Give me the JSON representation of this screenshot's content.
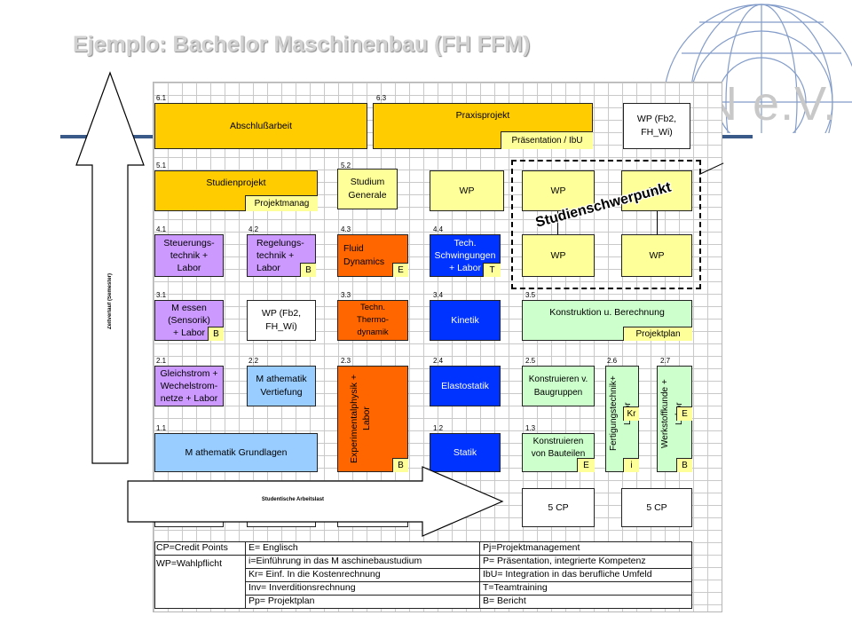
{
  "title": "Ejemplo: Bachelor  Maschinenbau (FH FFM)",
  "logo": {
    "text": "ASIIN e.V.",
    "registered": "®"
  },
  "axis": {
    "vertical": "Zeitverlauf (Semester)",
    "horizontal": "Studentische Arbeitslast"
  },
  "studienschwerpunkt": "Studienschwerpunkt",
  "modules": {
    "m61": {
      "num": "6.1",
      "l1": "Abschlußarbeit"
    },
    "m63": {
      "num": "6.3",
      "l1": "Praxisprojekt",
      "tag": "Präsentation /  IbU"
    },
    "wpfb2top": {
      "l1": "WP (Fb2,",
      "l2": "FH_Wi)"
    },
    "m51": {
      "num": "5.1",
      "l1": "Studienprojekt",
      "tag": "Projektmanag"
    },
    "m52": {
      "num": "5.2",
      "l1": "Studium",
      "l2": "Generale"
    },
    "wp": "WP",
    "m41": {
      "num": "4.1",
      "l1": "Steuerungs-",
      "l2": "technik  +",
      "l3": "Labor"
    },
    "m42": {
      "num": "4.2",
      "l1": "Regelungs-",
      "l2": "technik  +",
      "l3": "Labor",
      "tag": "B"
    },
    "m43": {
      "num": "4.3",
      "l1": "Fluid",
      "l2": "Dynamics",
      "tag": "E"
    },
    "m44": {
      "num": "4.4",
      "l1": "Tech.",
      "l2": "Schwingungen",
      "l3": "+ Labor",
      "tag": "T"
    },
    "m31": {
      "num": "3.1",
      "l1": "M essen",
      "l2": "(Sensorik)",
      "l3": "+  Labor",
      "tag": "B"
    },
    "m32": {
      "l1": "WP (Fb2,",
      "l2": "FH_Wi)"
    },
    "m33": {
      "num": "3.3",
      "l1": "Techn.",
      "l2": "Thermo-",
      "l3": "dynamik"
    },
    "m34": {
      "num": "3.4",
      "l1": "Kinetik"
    },
    "m35": {
      "num": "3.5",
      "l1": "Konstruktion u. Berechnung",
      "tag": "Projektplan"
    },
    "m21": {
      "num": "2.1",
      "l1": "Gleichstrom +",
      "l2": "Wechelstrom-",
      "l3": "netze + Labor"
    },
    "m22": {
      "num": "2.2",
      "l1": "M athematik",
      "l2": "Vertiefung"
    },
    "m23": {
      "num": "2.3",
      "v": "Experimentalphysik +\nLabor",
      "tag": "B"
    },
    "m24": {
      "num": "2.4",
      "l1": "Elastostatik"
    },
    "m25": {
      "num": "2.5",
      "l1": "Konstruieren v.",
      "l2": "Baugruppen"
    },
    "m26": {
      "num": "2.6",
      "v": "Fertigungstechnik+\nLabor",
      "tag1": "Kr",
      "tag2": "i"
    },
    "m27": {
      "num": "2.7",
      "v": "Werkstoffkunde +\nLabor",
      "tag1": "E",
      "tag2": "B"
    },
    "m11": {
      "num": "1.1",
      "l1": "M athematik Grundlagen"
    },
    "m12": {
      "num": "1.2",
      "l1": "Statik"
    },
    "m13": {
      "num": "1.3",
      "l1": "Konstruieren",
      "l2": "von Bauteilen",
      "tag": "E"
    },
    "cp": "5 CP"
  },
  "legend": {
    "c1": [
      "CP=Credit Points",
      "WP=Wahlpflicht"
    ],
    "c2": [
      "E= Englisch",
      "i=Einführung in das M aschinebaustudium",
      "Kr= Einf. In die Kostenrechnung",
      "Inv= Inverditionsrechnung",
      "Pp= Projektplan"
    ],
    "c3": [
      "Pj=Projektmanagement",
      "P= Präsentation, integrierte Kompetenz",
      "IbU= Integration in das berufliche Umfeld",
      "T=Teamtraining",
      "B= Bericht"
    ]
  },
  "colors": {
    "yellow": "#ffcc00",
    "light_yellow": "#ffff99",
    "purple": "#cc99ff",
    "orange": "#ff6600",
    "blue": "#0033ff",
    "light_blue": "#99ccff",
    "green": "#ccffcc"
  }
}
